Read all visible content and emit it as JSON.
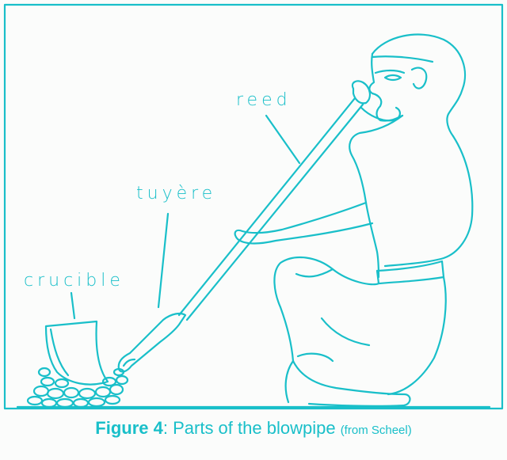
{
  "labels": {
    "reed": "reed",
    "tuyere": "tuyère",
    "crucible": "crucible"
  },
  "caption": {
    "figure": "Figure 4",
    "separator": ":",
    "text": " Parts of the blowpipe",
    "source": "(from Scheel)"
  },
  "colors": {
    "line": "#19bfc9",
    "background": "#fbfcfb"
  }
}
